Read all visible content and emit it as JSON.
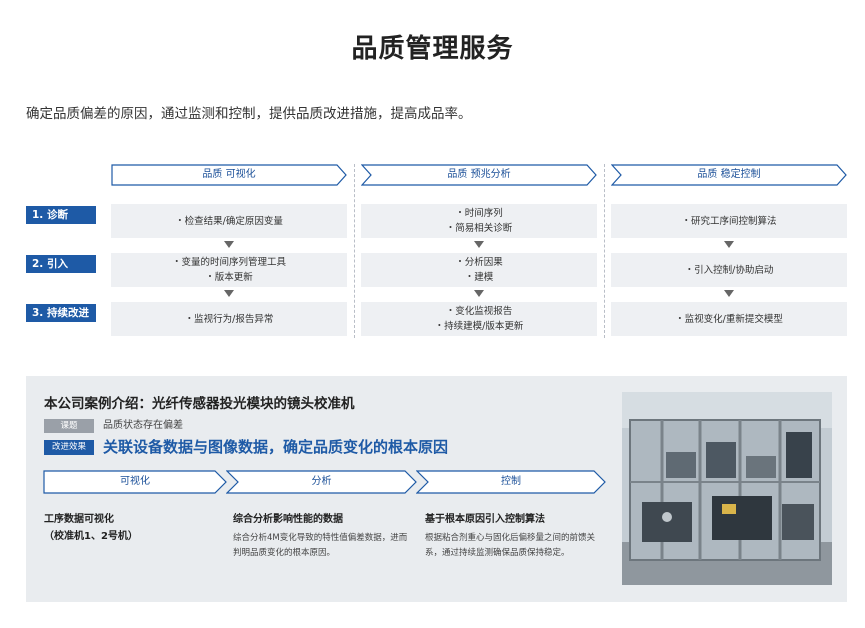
{
  "title": "品质管理服务",
  "intro": "确定品质偏差的原因，通过监测和控制，提供品质改进措施，提高成品率。",
  "columns": [
    {
      "label": "品质 可视化"
    },
    {
      "label": "品质 预兆分析"
    },
    {
      "label": "品质 稳定控制"
    }
  ],
  "steps": [
    {
      "label": "1. 诊断",
      "cells": [
        [
          "・检查结果/确定原因变量"
        ],
        [
          "・时间序列",
          "・简易相关诊断"
        ],
        [
          "・研究工序间控制算法"
        ]
      ]
    },
    {
      "label": "2. 引入",
      "cells": [
        [
          "・变量的时间序列管理工具",
          "・版本更新"
        ],
        [
          "・分析因果",
          "・建模"
        ],
        [
          "・引入控制/协助启动"
        ]
      ]
    },
    {
      "label": "3. 持续改进",
      "cells": [
        [
          "・监视行为/报告异常"
        ],
        [
          "・变化监视报告",
          "・持续建模/版本更新"
        ],
        [
          "・监视变化/重新提交模型"
        ]
      ]
    }
  ],
  "case": {
    "title": "本公司案例介绍：光纤传感器投光模块的镜头校准机",
    "issue_tag": "课题",
    "issue_text": "品质状态存在偏差",
    "effect_tag": "改进效果",
    "effect_text": "关联设备数据与图像数据，确定品质变化的根本原因",
    "phases": [
      {
        "label": "可视化",
        "title": "工序数据可视化",
        "subtitle": "（校准机1、2号机）",
        "body": ""
      },
      {
        "label": "分析",
        "title": "综合分析影响性能的数据",
        "subtitle": "",
        "body": "综合分析4M变化导致的特性值偏差数据，进而判明品质变化的根本原因。"
      },
      {
        "label": "控制",
        "title": "基于根本原因引入控制算法",
        "subtitle": "",
        "body": "根据粘合剂重心与固化后偏移量之间的前馈关系，通过持续监测确保品质保持稳定。"
      }
    ]
  },
  "colors": {
    "accent": "#1e5aa6",
    "cell_bg": "#eef0f3",
    "case_bg": "#e9ecef"
  }
}
